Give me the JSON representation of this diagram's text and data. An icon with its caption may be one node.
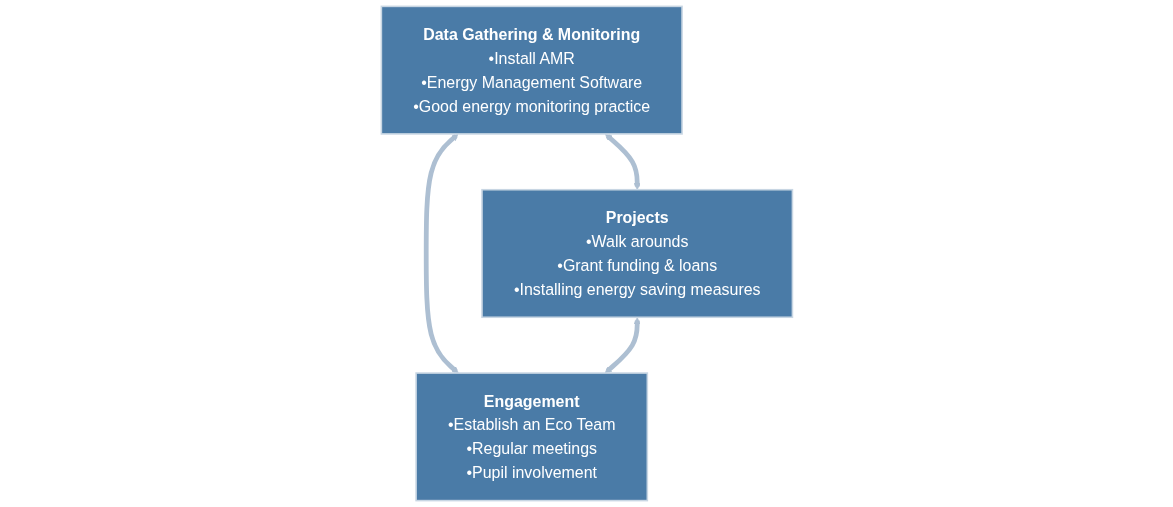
{
  "diagram": {
    "nodes": [
      {
        "text": [
          "Data Gathering & Monitoring",
          "•Install AMR",
          "•Energy Management Software",
          "•Good energy monitoring practice"
        ]
      },
      {
        "text": [
          "Projects",
          "•Walk arounds",
          "•Grant funding & loans",
          "•Installing energy saving measures"
        ]
      },
      {
        "text": [
          "Engagement",
          "•Establish an Eco Team",
          "•Regular meetings",
          "•Pupil involvement"
        ]
      }
    ],
    "edges": [
      {
        "from": 0,
        "to": 1,
        "arrow": "both"
      },
      {
        "from": 0,
        "to": 2,
        "arrow": "both"
      },
      {
        "from": 1,
        "to": 2,
        "arrow": "both"
      }
    ]
  }
}
